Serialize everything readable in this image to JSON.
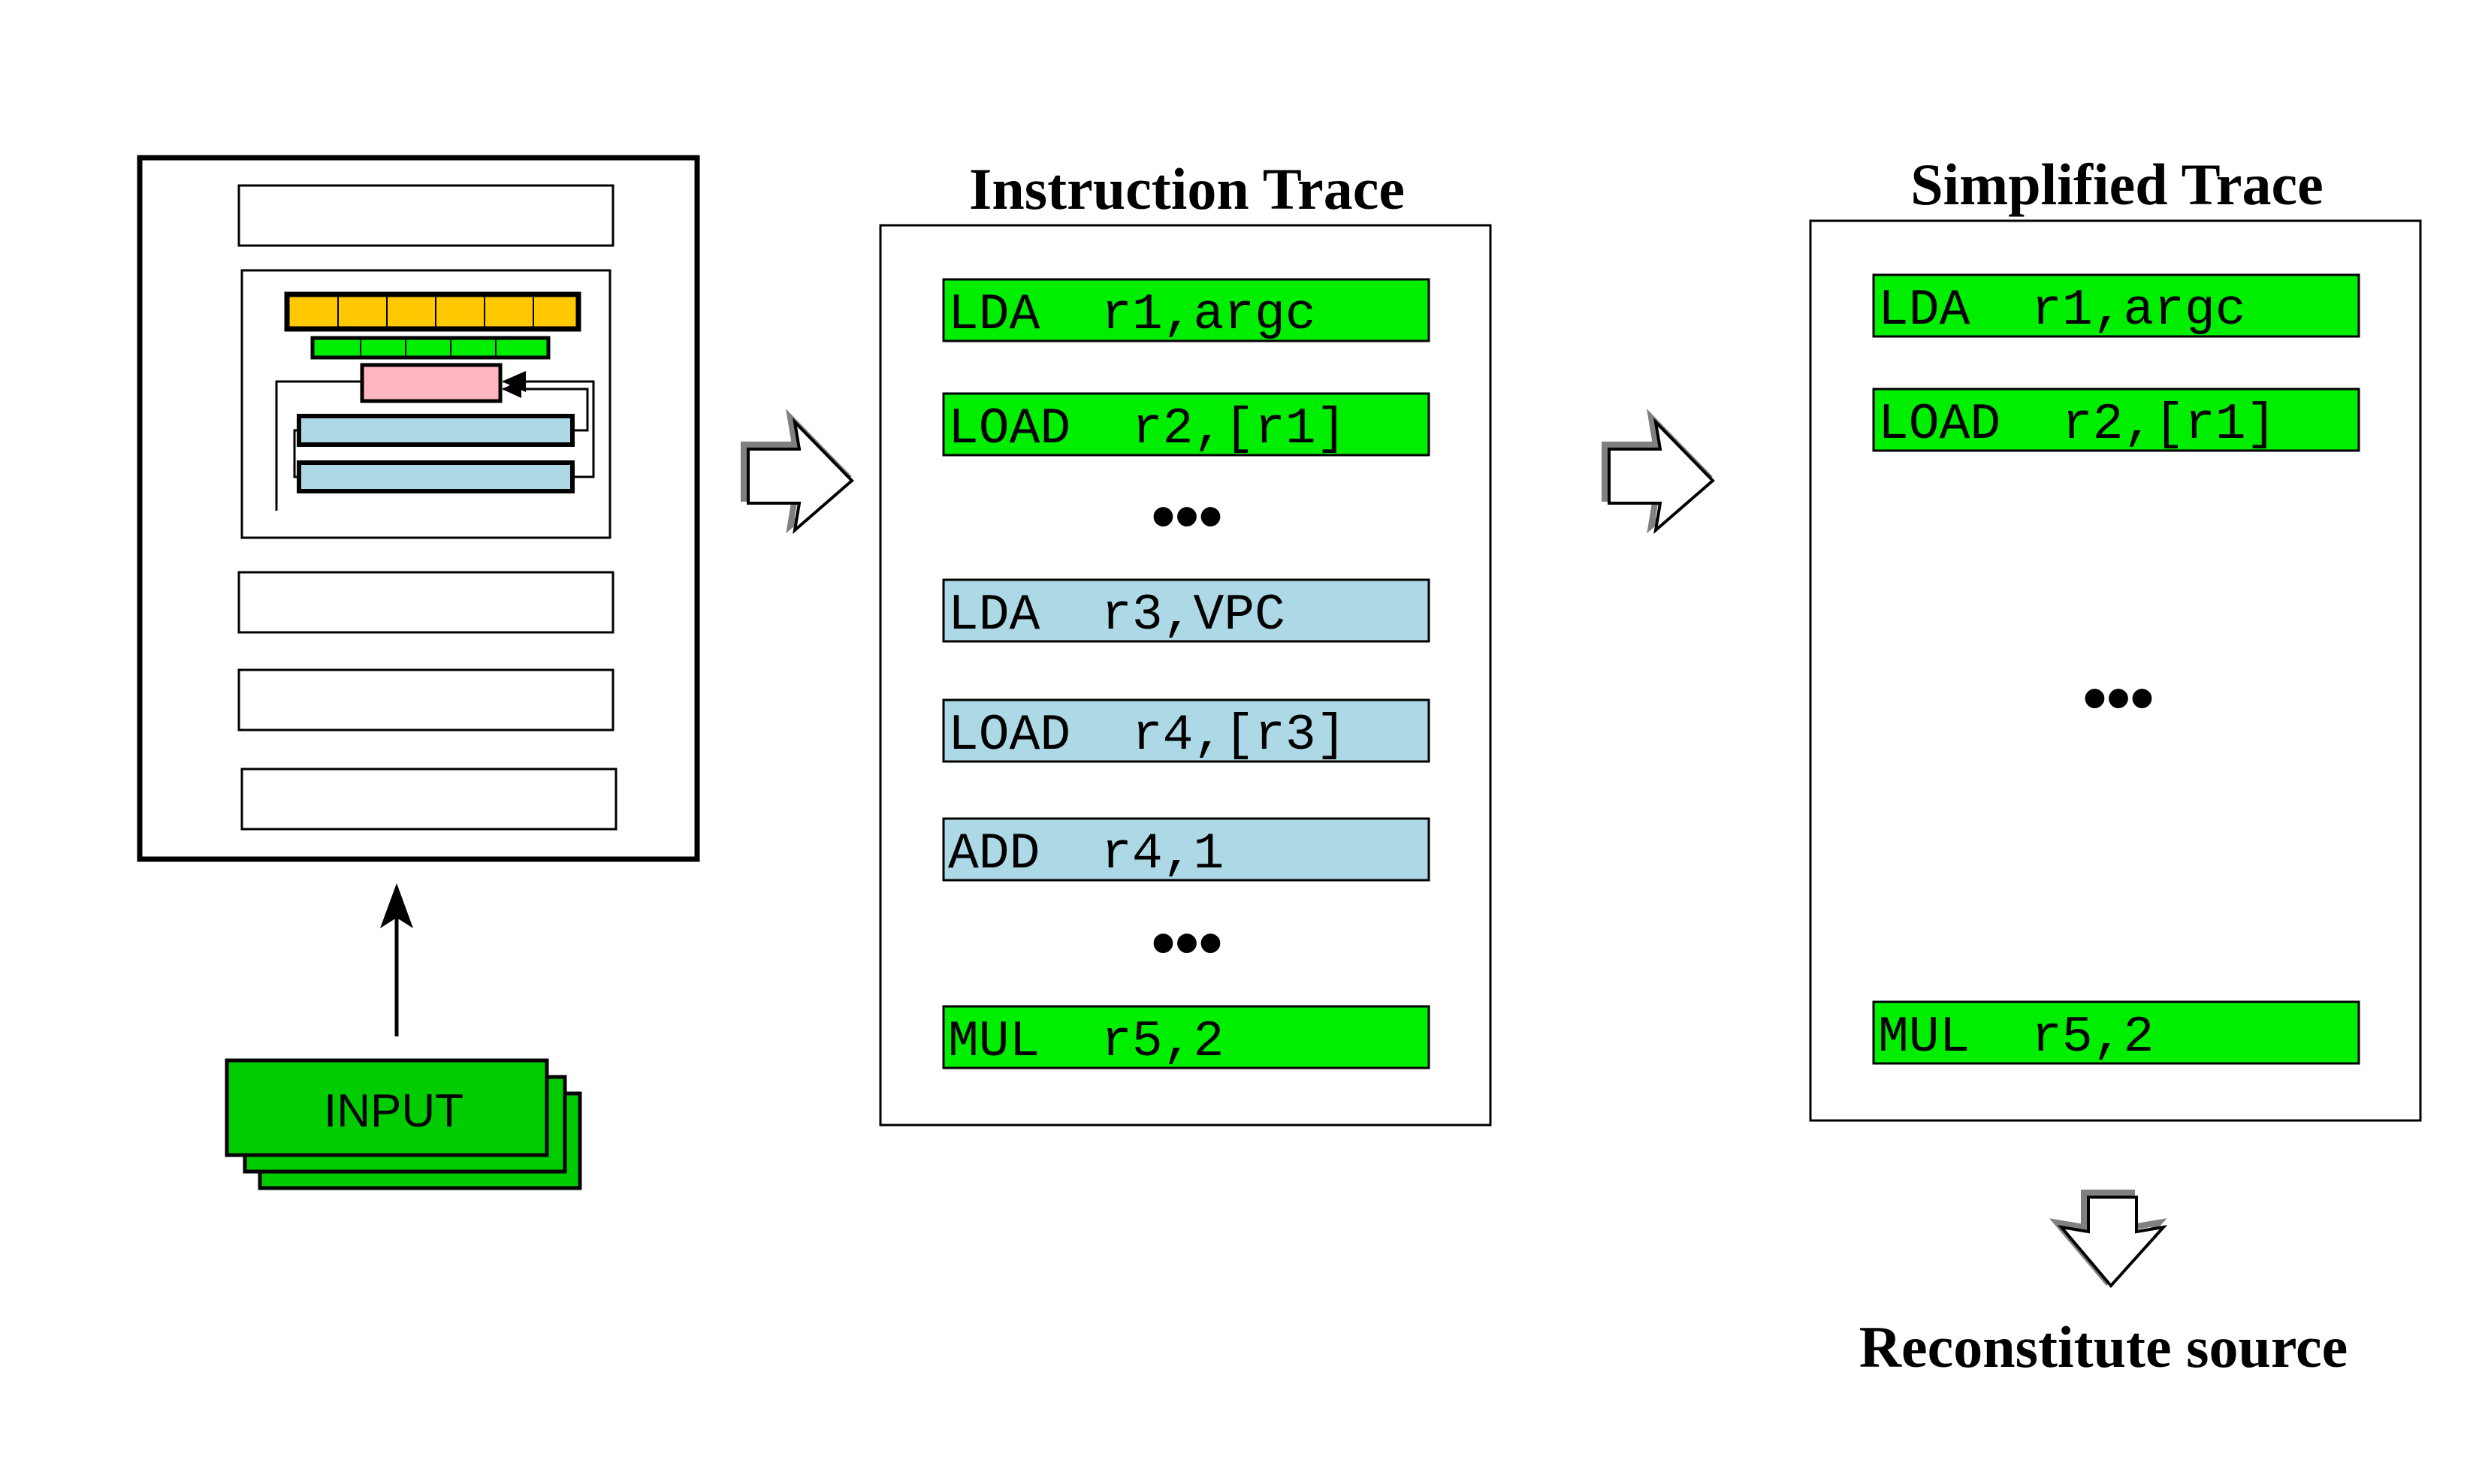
{
  "colors": {
    "green": "#00ee00",
    "blue": "#add8e6",
    "yellow": "#ffc800",
    "pink": "#ffb6c1",
    "input_green": "#00cc00",
    "arrow_shadow": "#808080"
  },
  "input": {
    "label": "INPUT"
  },
  "instruction_trace": {
    "title": "Instruction Trace",
    "lines": [
      "LDA  r1,argc",
      "LOAD  r2,[r1]",
      "LDA  r3,VPC",
      "LOAD  r4,[r3]",
      "ADD  r4,1",
      "MUL  r5,2"
    ],
    "ellipsis": "•••"
  },
  "simplified_trace": {
    "title": "Simplified Trace",
    "lines": [
      "LDA  r1,argc",
      "LOAD  r2,[r1]",
      "MUL  r5,2"
    ],
    "ellipsis": "•••"
  },
  "footer": {
    "label": "Reconstitute source"
  },
  "icons": [
    "program-icon",
    "arrow-right-icon",
    "arrow-down-icon",
    "arrow-up-icon"
  ]
}
